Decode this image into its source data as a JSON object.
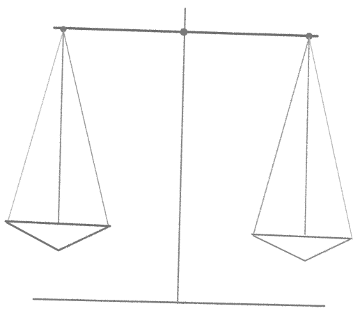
{
  "diagram": {
    "subject": "balance-scale",
    "style": "pencil-sketch",
    "colors": {
      "background": "#ffffff",
      "ink_dark": "#6e6e6e",
      "ink_mid": "#8a8a8a",
      "ink_light": "#b4b4b4"
    },
    "state": "tilted, right pan lower than left pan"
  }
}
